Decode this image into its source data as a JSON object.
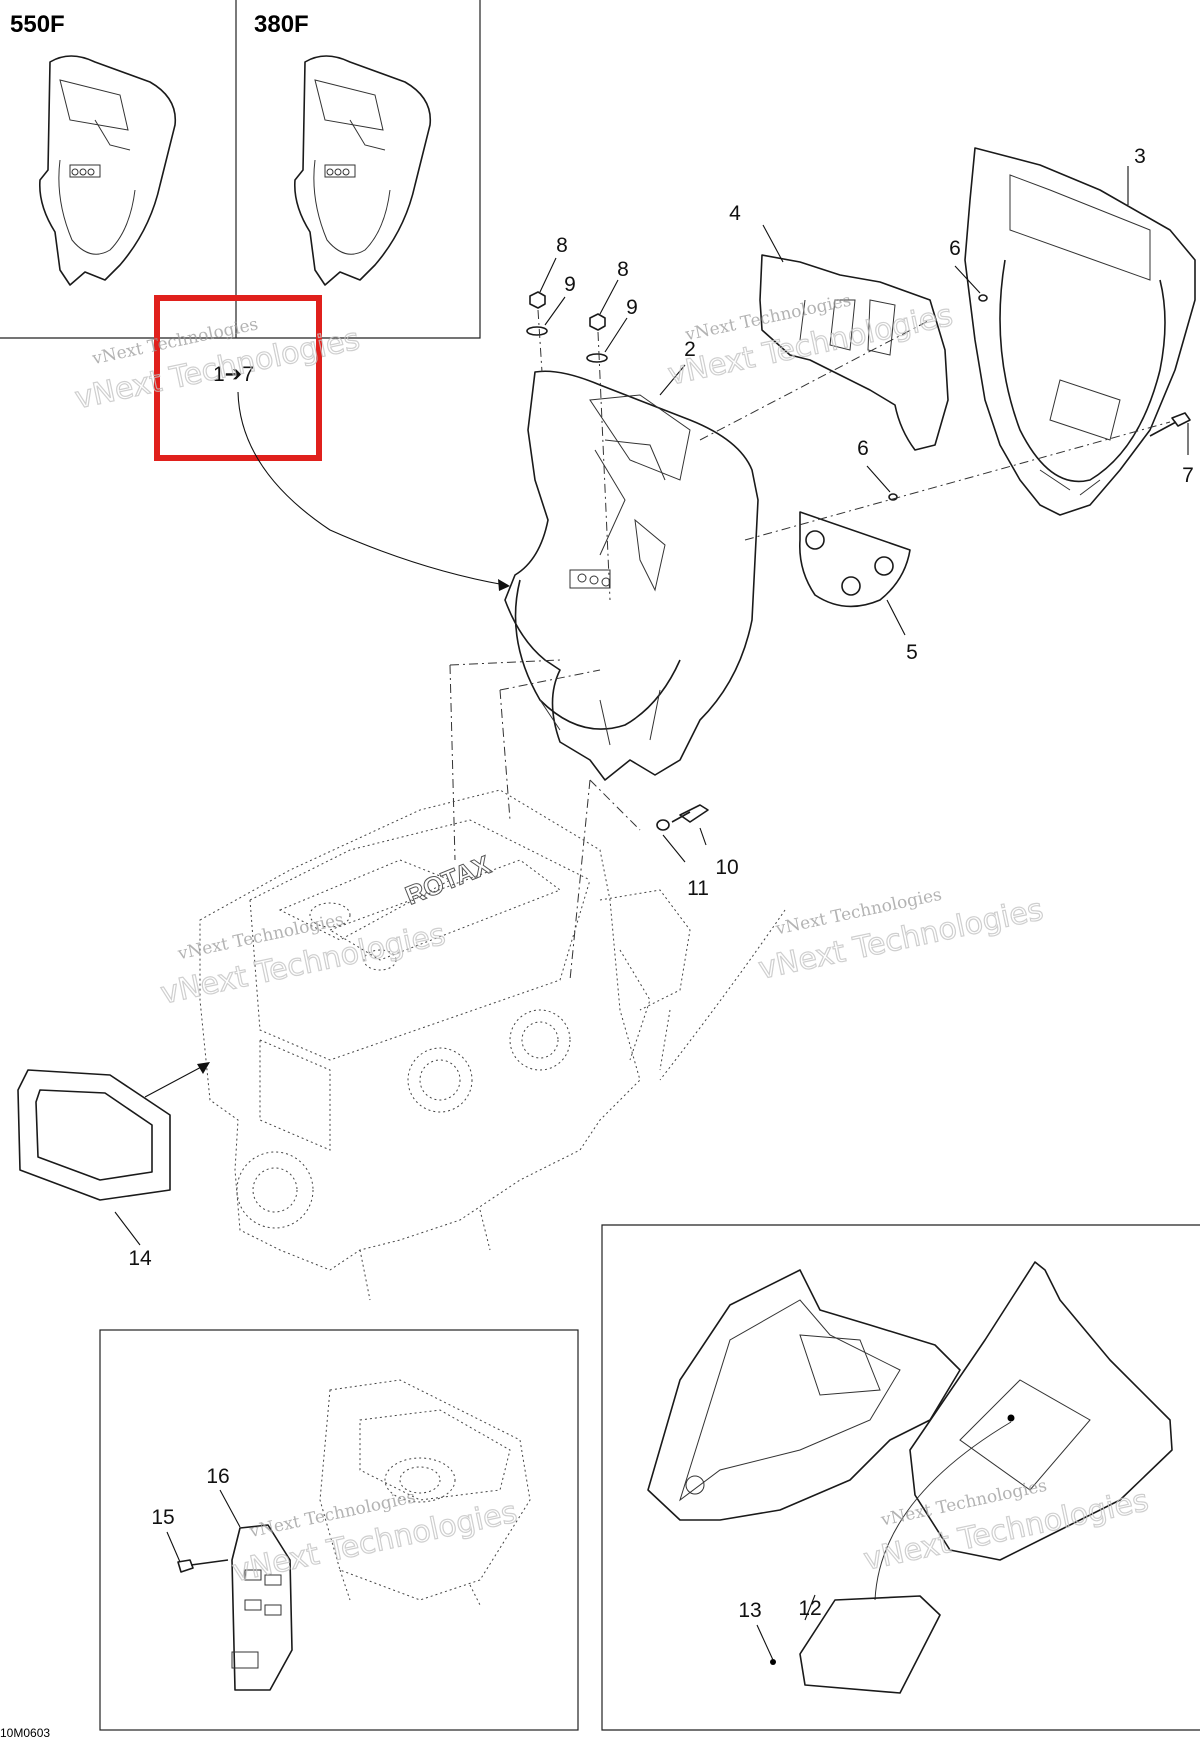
{
  "variant_labels": {
    "left": "550F",
    "right": "380F"
  },
  "highlight": {
    "text": "1➔7",
    "color": "#e0201c"
  },
  "callouts": {
    "c1": "2",
    "c2": "3",
    "c3": "4",
    "c4": "5",
    "c5a": "6",
    "c5b": "6",
    "c6": "7",
    "c7a": "8",
    "c7b": "8",
    "c8a": "9",
    "c8b": "9",
    "c9": "10",
    "c10": "11",
    "c11": "12",
    "c12": "13",
    "c13": "14",
    "c14": "15",
    "c15": "16"
  },
  "drawing_code": "10M0603",
  "watermark": {
    "line1": "vNext Technologies",
    "line2": "vNext Technologies"
  }
}
